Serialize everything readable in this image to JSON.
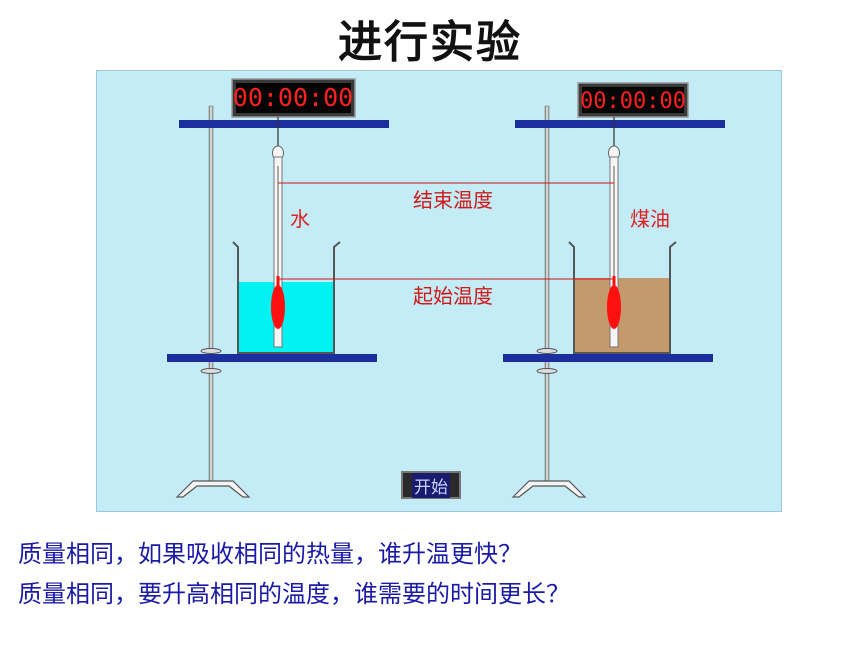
{
  "title": "进行实验",
  "timers": {
    "left": "00:00:00",
    "right": "00:00:00"
  },
  "liquids": {
    "left": "水",
    "right": "煤油"
  },
  "temperature_lines": {
    "end": "结束温度",
    "start": "起始温度"
  },
  "start_button_label": "开始",
  "questions": [
    "质量相同，如果吸收相同的热量，谁升温更快？",
    "质量相同，要升高相同的温度，谁需要的时间更长？"
  ],
  "colors": {
    "panel_background": "#c3ecf6",
    "water": "#00f2f2",
    "kerosene": "#c4996c",
    "thermometer_bulb": "#ff1010",
    "clamp_bar": "#1d2f9e",
    "question_text": "#1a1aa6"
  }
}
